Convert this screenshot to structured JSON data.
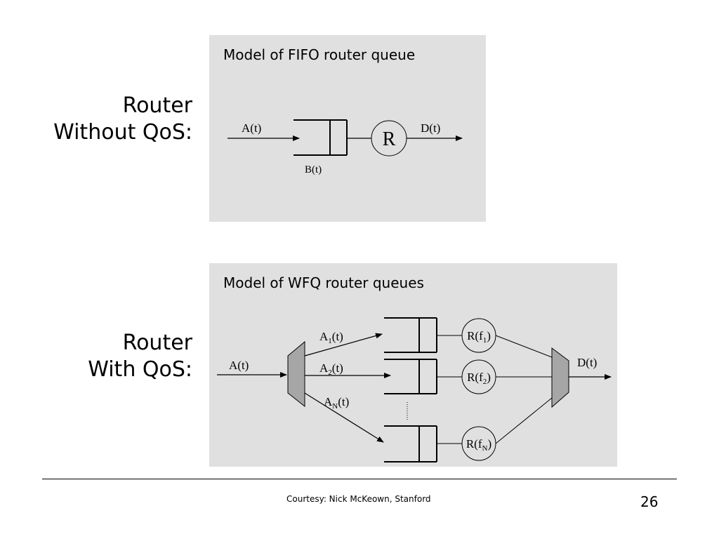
{
  "slide": {
    "fifo": {
      "side_label_line1": "Router",
      "side_label_line2": "Without QoS:",
      "title": "Model of FIFO router queue",
      "input_label": "A(t)",
      "server_label": "R",
      "output_label": "D(t)",
      "buffer_label": "B(t)"
    },
    "wfq": {
      "side_label_line1": "Router",
      "side_label_line2": "With QoS:",
      "title": "Model of WFQ router queues",
      "input_label": "A(t)",
      "output_label": "D(t)",
      "flows": [
        {
          "arrival_base": "A",
          "arrival_sub": "1",
          "arrival_suffix": "(t)",
          "rate_base": "R(f",
          "rate_sub": "1",
          "rate_suffix": ")"
        },
        {
          "arrival_base": "A",
          "arrival_sub": "2",
          "arrival_suffix": "(t)",
          "rate_base": "R(f",
          "rate_sub": "2",
          "rate_suffix": ")"
        },
        {
          "arrival_base": "A",
          "arrival_sub": "N",
          "arrival_suffix": "(t)",
          "rate_base": "R(f",
          "rate_sub": "N",
          "rate_suffix": ")"
        }
      ]
    },
    "footer_credit": "Courtesy: Nick McKeown, Stanford",
    "page_number": "26"
  }
}
